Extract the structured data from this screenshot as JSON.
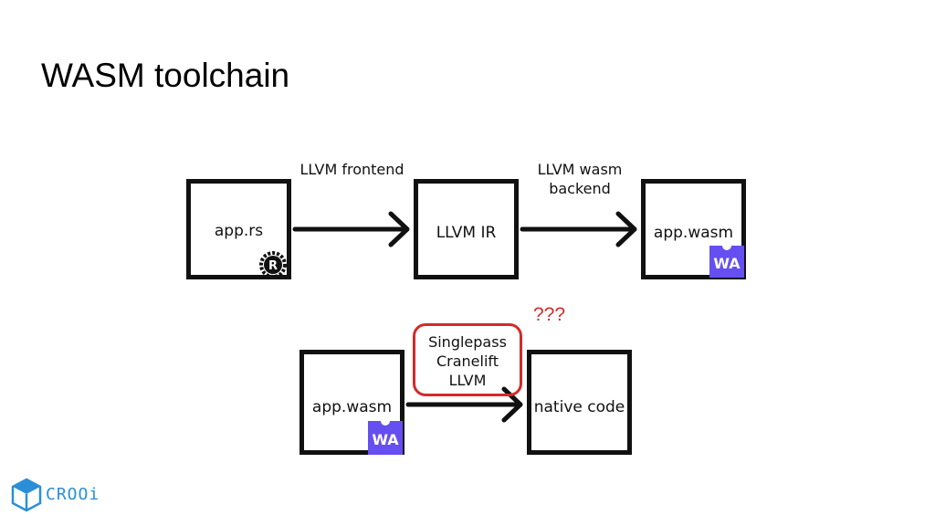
{
  "title": "WASM toolchain",
  "nodes": {
    "app_rs": "app.rs",
    "llvm_ir": "LLVM IR",
    "app_wasm_top": "app.wasm",
    "app_wasm_bottom": "app.wasm",
    "native_code": "native code"
  },
  "edges": {
    "frontend_label": "LLVM frontend",
    "backend_label_line1": "LLVM wasm",
    "backend_label_line2": "backend",
    "compilers": [
      "Singlepass",
      "Cranelift",
      "LLVM"
    ]
  },
  "badges": {
    "wa": "WA",
    "rust": "R"
  },
  "annotation": "???",
  "logo": {
    "text": "CROOi"
  },
  "colors": {
    "wasm_purple": "#654ff0",
    "highlight_red": "#d42a2a",
    "logo_blue": "#2a8fd6"
  }
}
